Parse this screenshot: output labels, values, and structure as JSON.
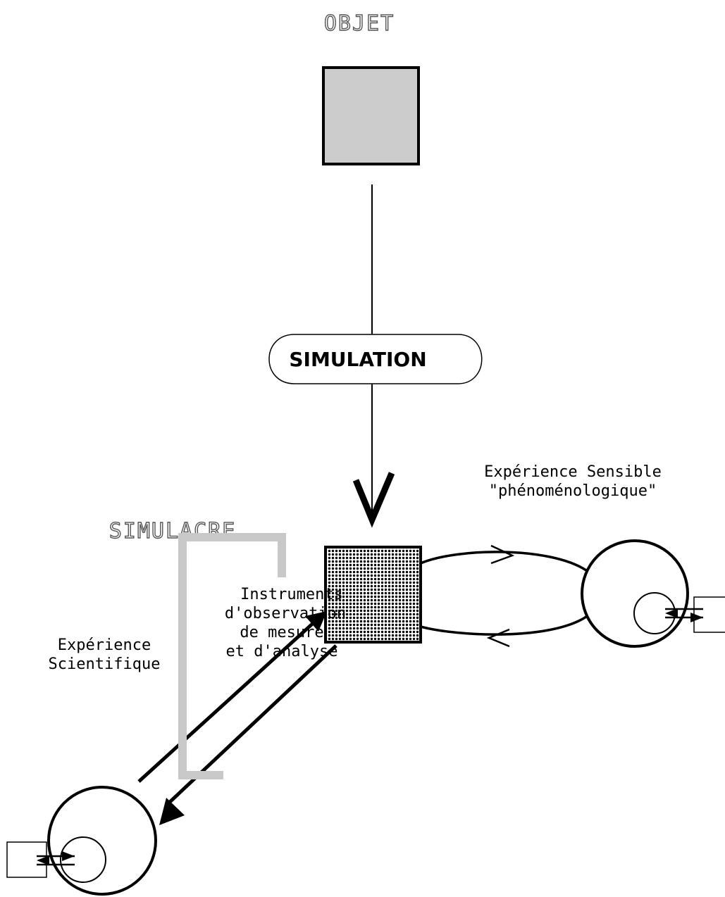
{
  "nodes": {
    "objet": {
      "label": "OBJET"
    },
    "simulation": {
      "label": "SIMULATION"
    },
    "simulacre": {
      "label": "SIMULACRE"
    }
  },
  "annotations": {
    "sensible_line1": "Expérience Sensible",
    "sensible_line2": "\"phénoménologique\"",
    "scientifique_line1": "Expérience",
    "scientifique_line2": "Scientifique",
    "instruments_line1": "Instruments",
    "instruments_line2": "d'observation",
    "instruments_line3": "de mesure",
    "instruments_line4": "et d'analyse"
  },
  "colors": {
    "objet_fill": "#cccccc",
    "instrument_frame": "#c8c8c8",
    "stroke": "#000000"
  }
}
